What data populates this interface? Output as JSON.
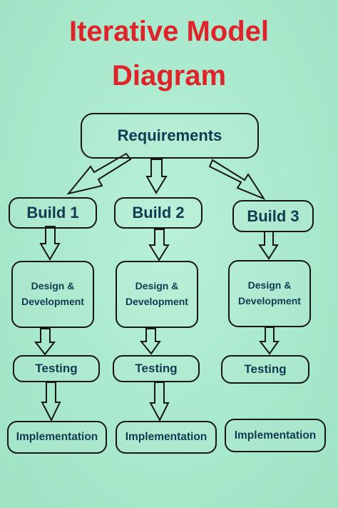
{
  "title_line1": "Iterative Model",
  "title_line2": "Diagram",
  "requirements": "Requirements",
  "columns": [
    {
      "build": "Build 1",
      "design": "Design & Development",
      "testing": "Testing",
      "implementation": "Implementation"
    },
    {
      "build": "Build 2",
      "design": "Design & Development",
      "testing": "Testing",
      "implementation": "Implementation"
    },
    {
      "build": "Build 3",
      "design": "Design & Development",
      "testing": "Testing",
      "implementation": "Implementation"
    }
  ],
  "colors": {
    "title": "#e02229",
    "box_text": "#123a52",
    "border": "#161616",
    "background": "#a9e9cd"
  }
}
